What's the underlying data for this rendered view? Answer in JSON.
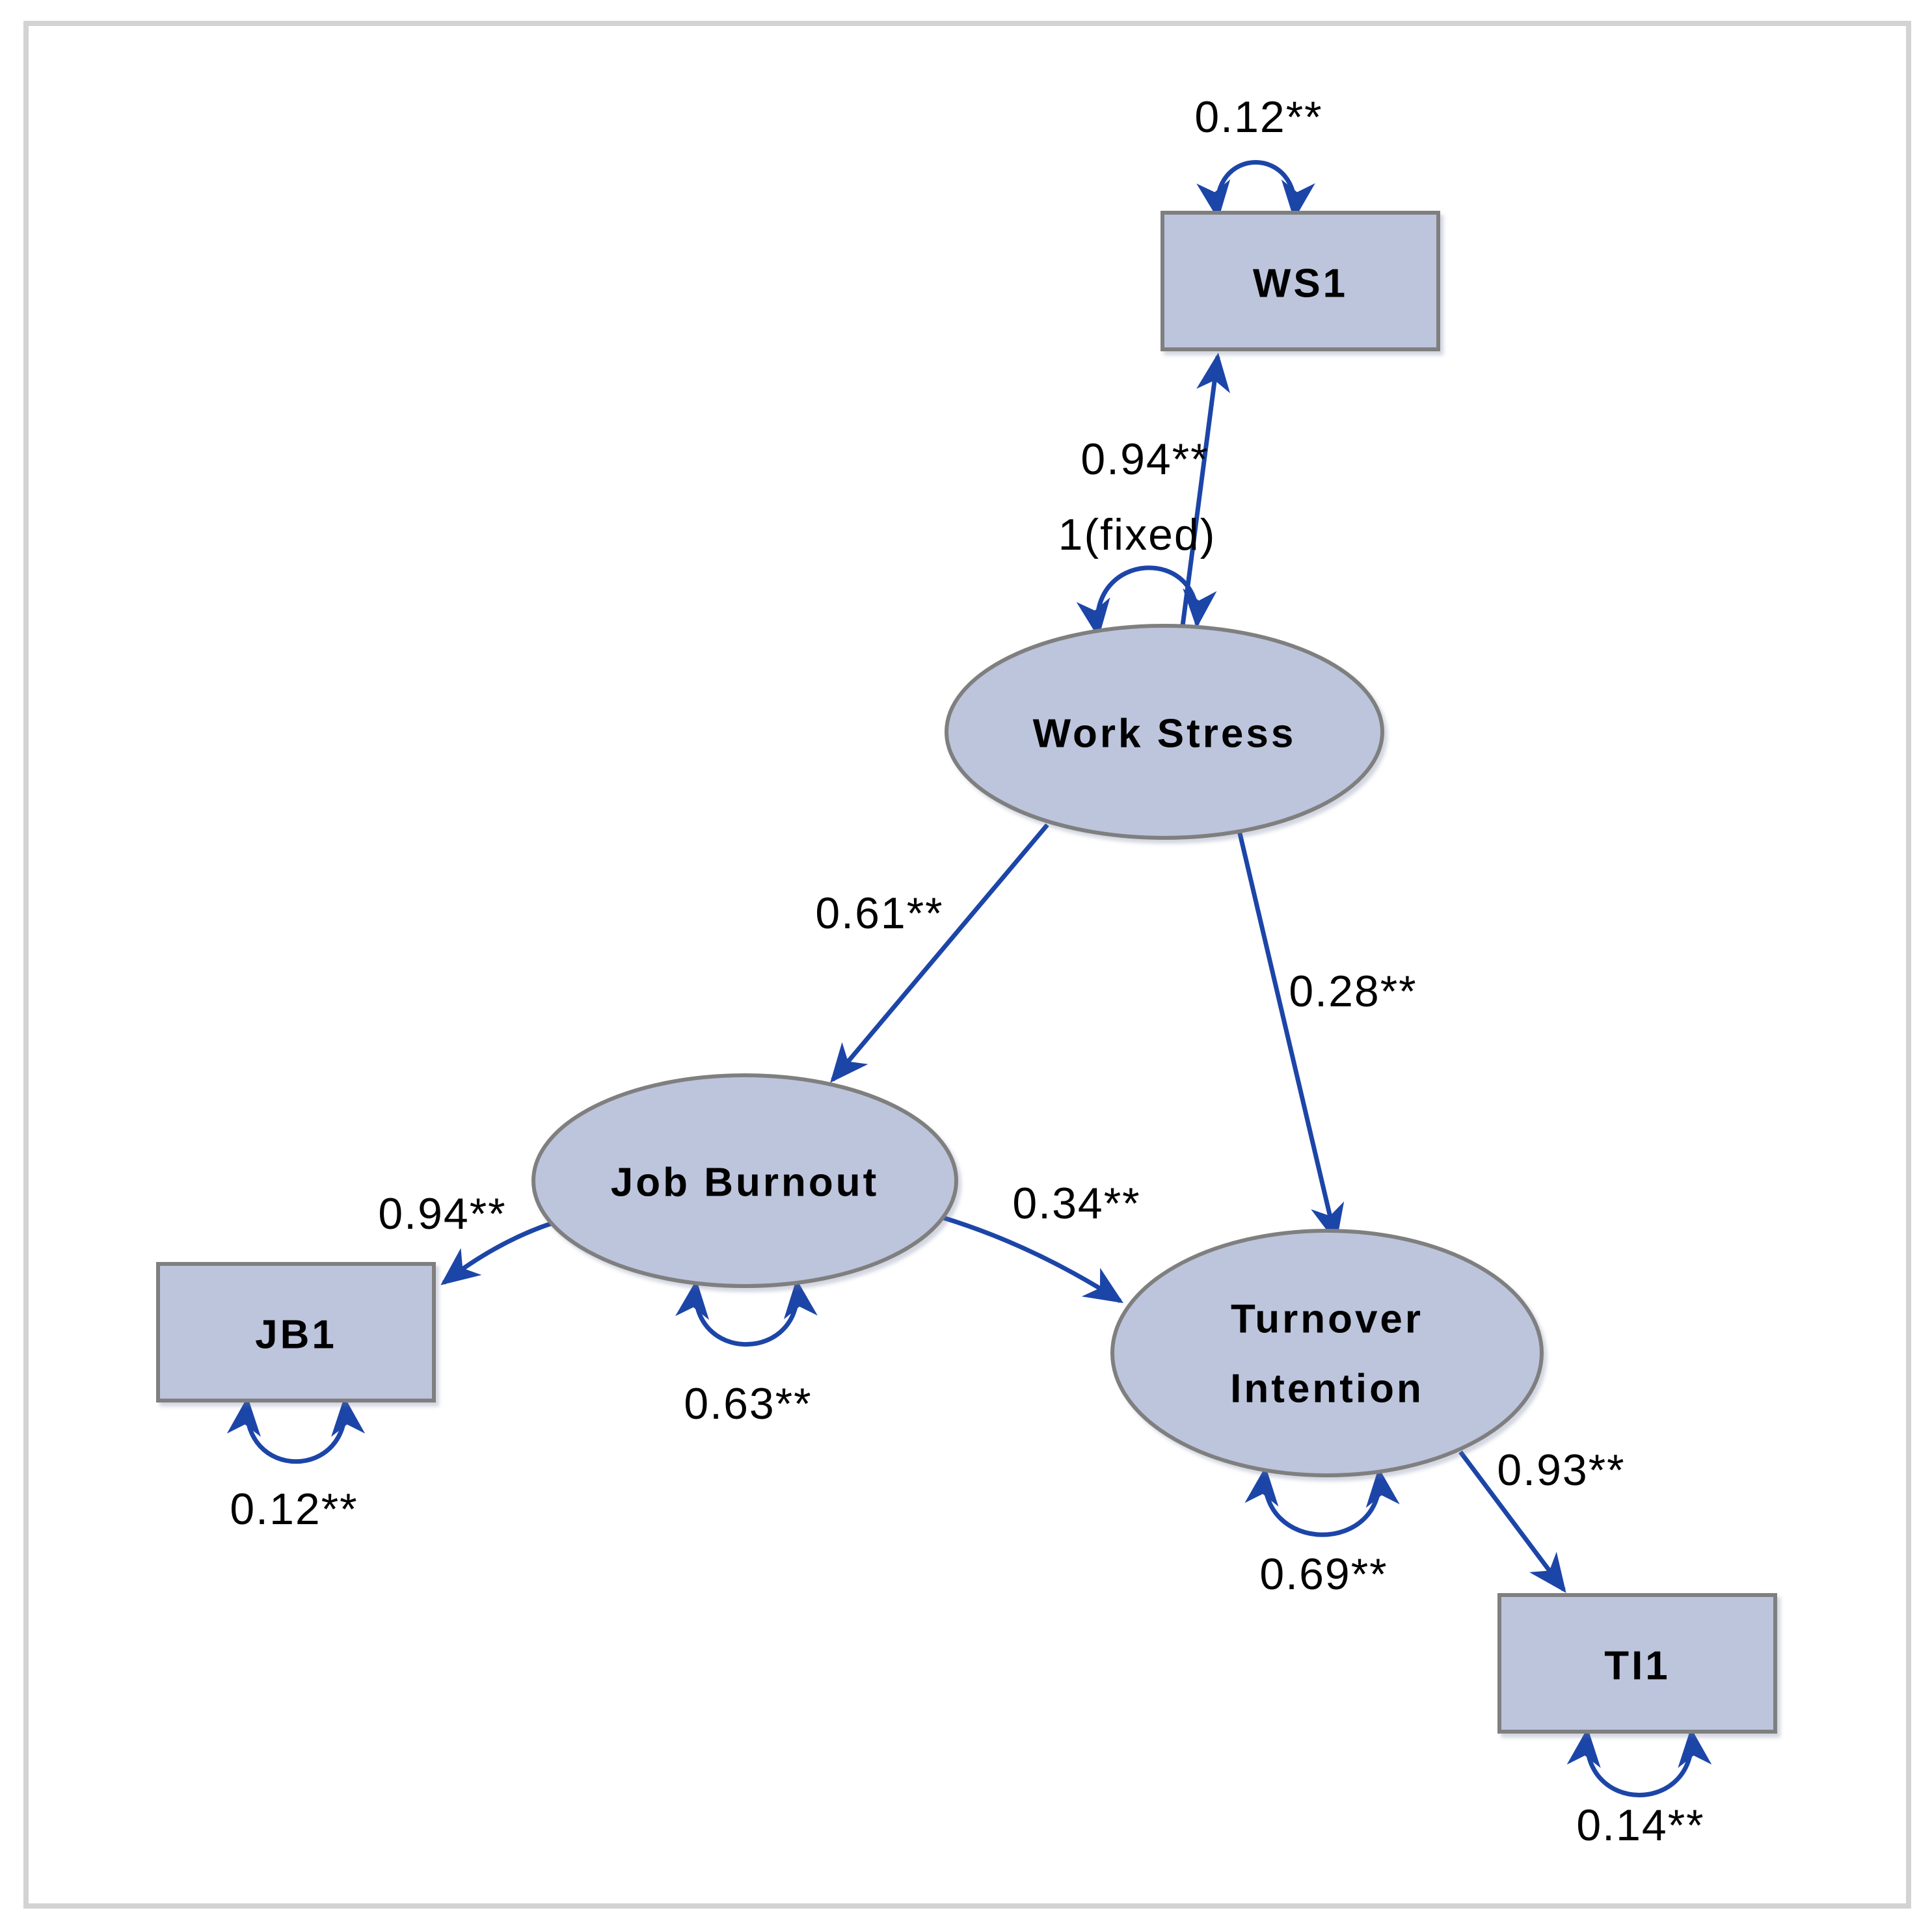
{
  "diagram": {
    "kind": "structural-equation-model-path-diagram",
    "colors": {
      "background": "#ffffff",
      "frame_border": "#d3d3d3",
      "node_fill": "#bdc5dd",
      "node_border": "#7f7f7f",
      "arrow_blue": "#1c45a8",
      "label_text": "#000000"
    },
    "latent_variables": [
      {
        "id": "work_stress",
        "label": "Work Stress"
      },
      {
        "id": "job_burnout",
        "label": "Job Burnout"
      },
      {
        "id": "turnover_intention",
        "label": "Turnover Intention",
        "lines": [
          "Turnover",
          "Intention"
        ]
      }
    ],
    "observed_variables": [
      {
        "id": "ws1",
        "label": "WS1"
      },
      {
        "id": "jb1",
        "label": "JB1"
      },
      {
        "id": "ti1",
        "label": "TI1"
      }
    ],
    "paths": [
      {
        "from": "work_stress",
        "to": "ws1",
        "weight": "0.94**"
      },
      {
        "from": "work_stress",
        "to": "job_burnout",
        "weight": "0.61**"
      },
      {
        "from": "work_stress",
        "to": "turnover_intention",
        "weight": "0.28**"
      },
      {
        "from": "job_burnout",
        "to": "jb1",
        "weight": "0.94**"
      },
      {
        "from": "job_burnout",
        "to": "turnover_intention",
        "weight": "0.34**"
      },
      {
        "from": "turnover_intention",
        "to": "ti1",
        "weight": "0.93**"
      }
    ],
    "variances": [
      {
        "node": "ws1",
        "value": "0.12**"
      },
      {
        "node": "work_stress",
        "value": "1(fixed)"
      },
      {
        "node": "job_burnout",
        "value": "0.63**"
      },
      {
        "node": "jb1",
        "value": "0.12**"
      },
      {
        "node": "turnover_intention",
        "value": "0.69**"
      },
      {
        "node": "ti1",
        "value": "0.14**"
      }
    ]
  }
}
